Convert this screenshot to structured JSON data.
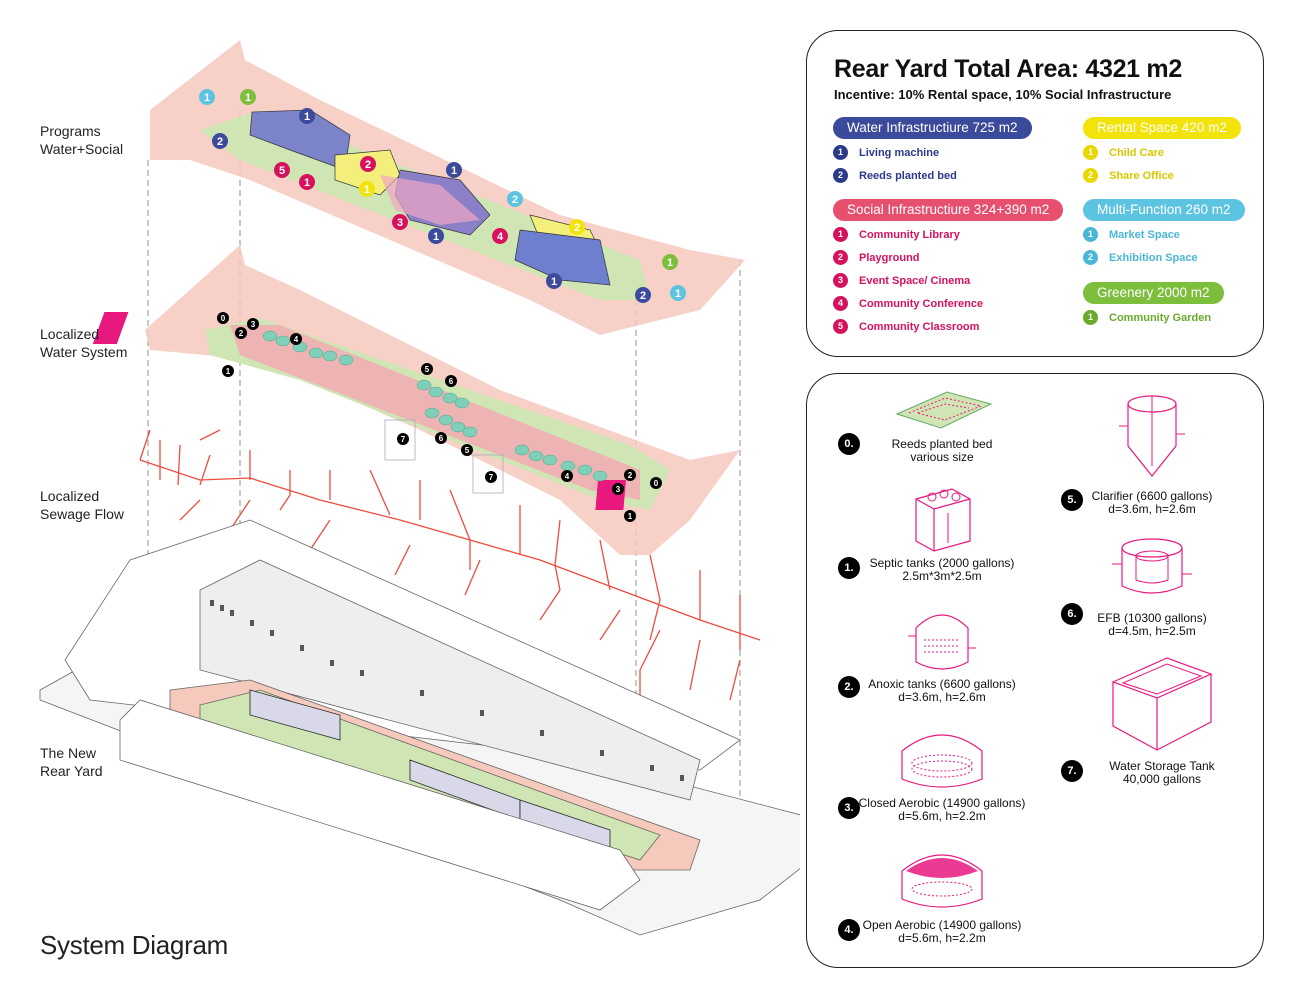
{
  "layers": [
    {
      "label": "Programs\nWater+Social"
    },
    {
      "label": "Localized\nWater System"
    },
    {
      "label": "Localized\nSewage Flow"
    },
    {
      "label": "The New\nRear Yard"
    }
  ],
  "system_title": "System Diagram",
  "legend": {
    "title": "Rear Yard Total Area: 4321 m2",
    "subtitle": "Incentive: 10% Rental space, 10% Social Infrastructure",
    "groups": [
      {
        "name": "Water Infrastructiure  725 m2",
        "color": "#3b4a9b",
        "text_color": "#2b3a8b",
        "items": [
          {
            "n": "1",
            "label": "Living machine"
          },
          {
            "n": "2",
            "label": "Reeds planted bed"
          }
        ]
      },
      {
        "name": "Rental Space  420 m2",
        "color": "#f2e40a",
        "text_color": "#d8c800",
        "items": [
          {
            "n": "1",
            "label": "Child Care"
          },
          {
            "n": "2",
            "label": "Share Office"
          }
        ]
      },
      {
        "name": "Social Infrastructiure  324+390 m2",
        "color": "#e6506e",
        "text_color": "#d6115e",
        "items": [
          {
            "n": "1",
            "label": "Community Library"
          },
          {
            "n": "2",
            "label": "Playground"
          },
          {
            "n": "3",
            "label": "Event Space/ Cinema"
          },
          {
            "n": "4",
            "label": "Community Conference"
          },
          {
            "n": "5",
            "label": "Community Classroom"
          }
        ]
      },
      {
        "name": "Multi-Function  260 m2",
        "color": "#5cc4e0",
        "text_color": "#4ab6d8",
        "items": [
          {
            "n": "1",
            "label": "Market Space"
          },
          {
            "n": "2",
            "label": "Exhibition Space"
          }
        ]
      },
      {
        "name": "Greenery  2000 m2",
        "color": "#7dbe3c",
        "text_color": "#6aaa2a",
        "items": [
          {
            "n": "1",
            "label": "Community Garden"
          }
        ]
      }
    ]
  },
  "components": [
    {
      "n": "0.",
      "line1": "Reeds planted bed",
      "line2": "various size",
      "icon": "reed-bed-icon"
    },
    {
      "n": "1.",
      "line1": "Septic tanks (2000 gallons)",
      "line2": "2.5m*3m*2.5m",
      "icon": "septic-tank-icon"
    },
    {
      "n": "2.",
      "line1": "Anoxic tanks (6600 gallons)",
      "line2": "d=3.6m, h=2.6m",
      "icon": "anoxic-tank-icon"
    },
    {
      "n": "3.",
      "line1": "Closed Aerobic (14900 gallons)",
      "line2": "d=5.6m, h=2.2m",
      "icon": "closed-aerobic-icon"
    },
    {
      "n": "4.",
      "line1": "Open Aerobic (14900 gallons)",
      "line2": "d=5.6m, h=2.2m",
      "icon": "open-aerobic-icon"
    },
    {
      "n": "5.",
      "line1": "Clarifier (6600 gallons)",
      "line2": "d=3.6m, h=2.6m",
      "icon": "clarifier-icon"
    },
    {
      "n": "6.",
      "line1": "EFB (10300 gallons)",
      "line2": "d=4.5m, h=2.5m",
      "icon": "efb-icon"
    },
    {
      "n": "7.",
      "line1": "Water Storage Tank",
      "line2": "40,000 gallons",
      "icon": "storage-tank-icon"
    }
  ],
  "diagram_markers": {
    "program": [
      "1",
      "1",
      "1",
      "2",
      "1",
      "5",
      "2",
      "1",
      "1",
      "1",
      "3",
      "4",
      "2",
      "2",
      "1",
      "2",
      "1",
      "1"
    ],
    "water": [
      "0",
      "2",
      "3",
      "4",
      "1",
      "5",
      "6",
      "7",
      "6",
      "5",
      "7",
      "4",
      "3",
      "2",
      "0",
      "1"
    ]
  }
}
